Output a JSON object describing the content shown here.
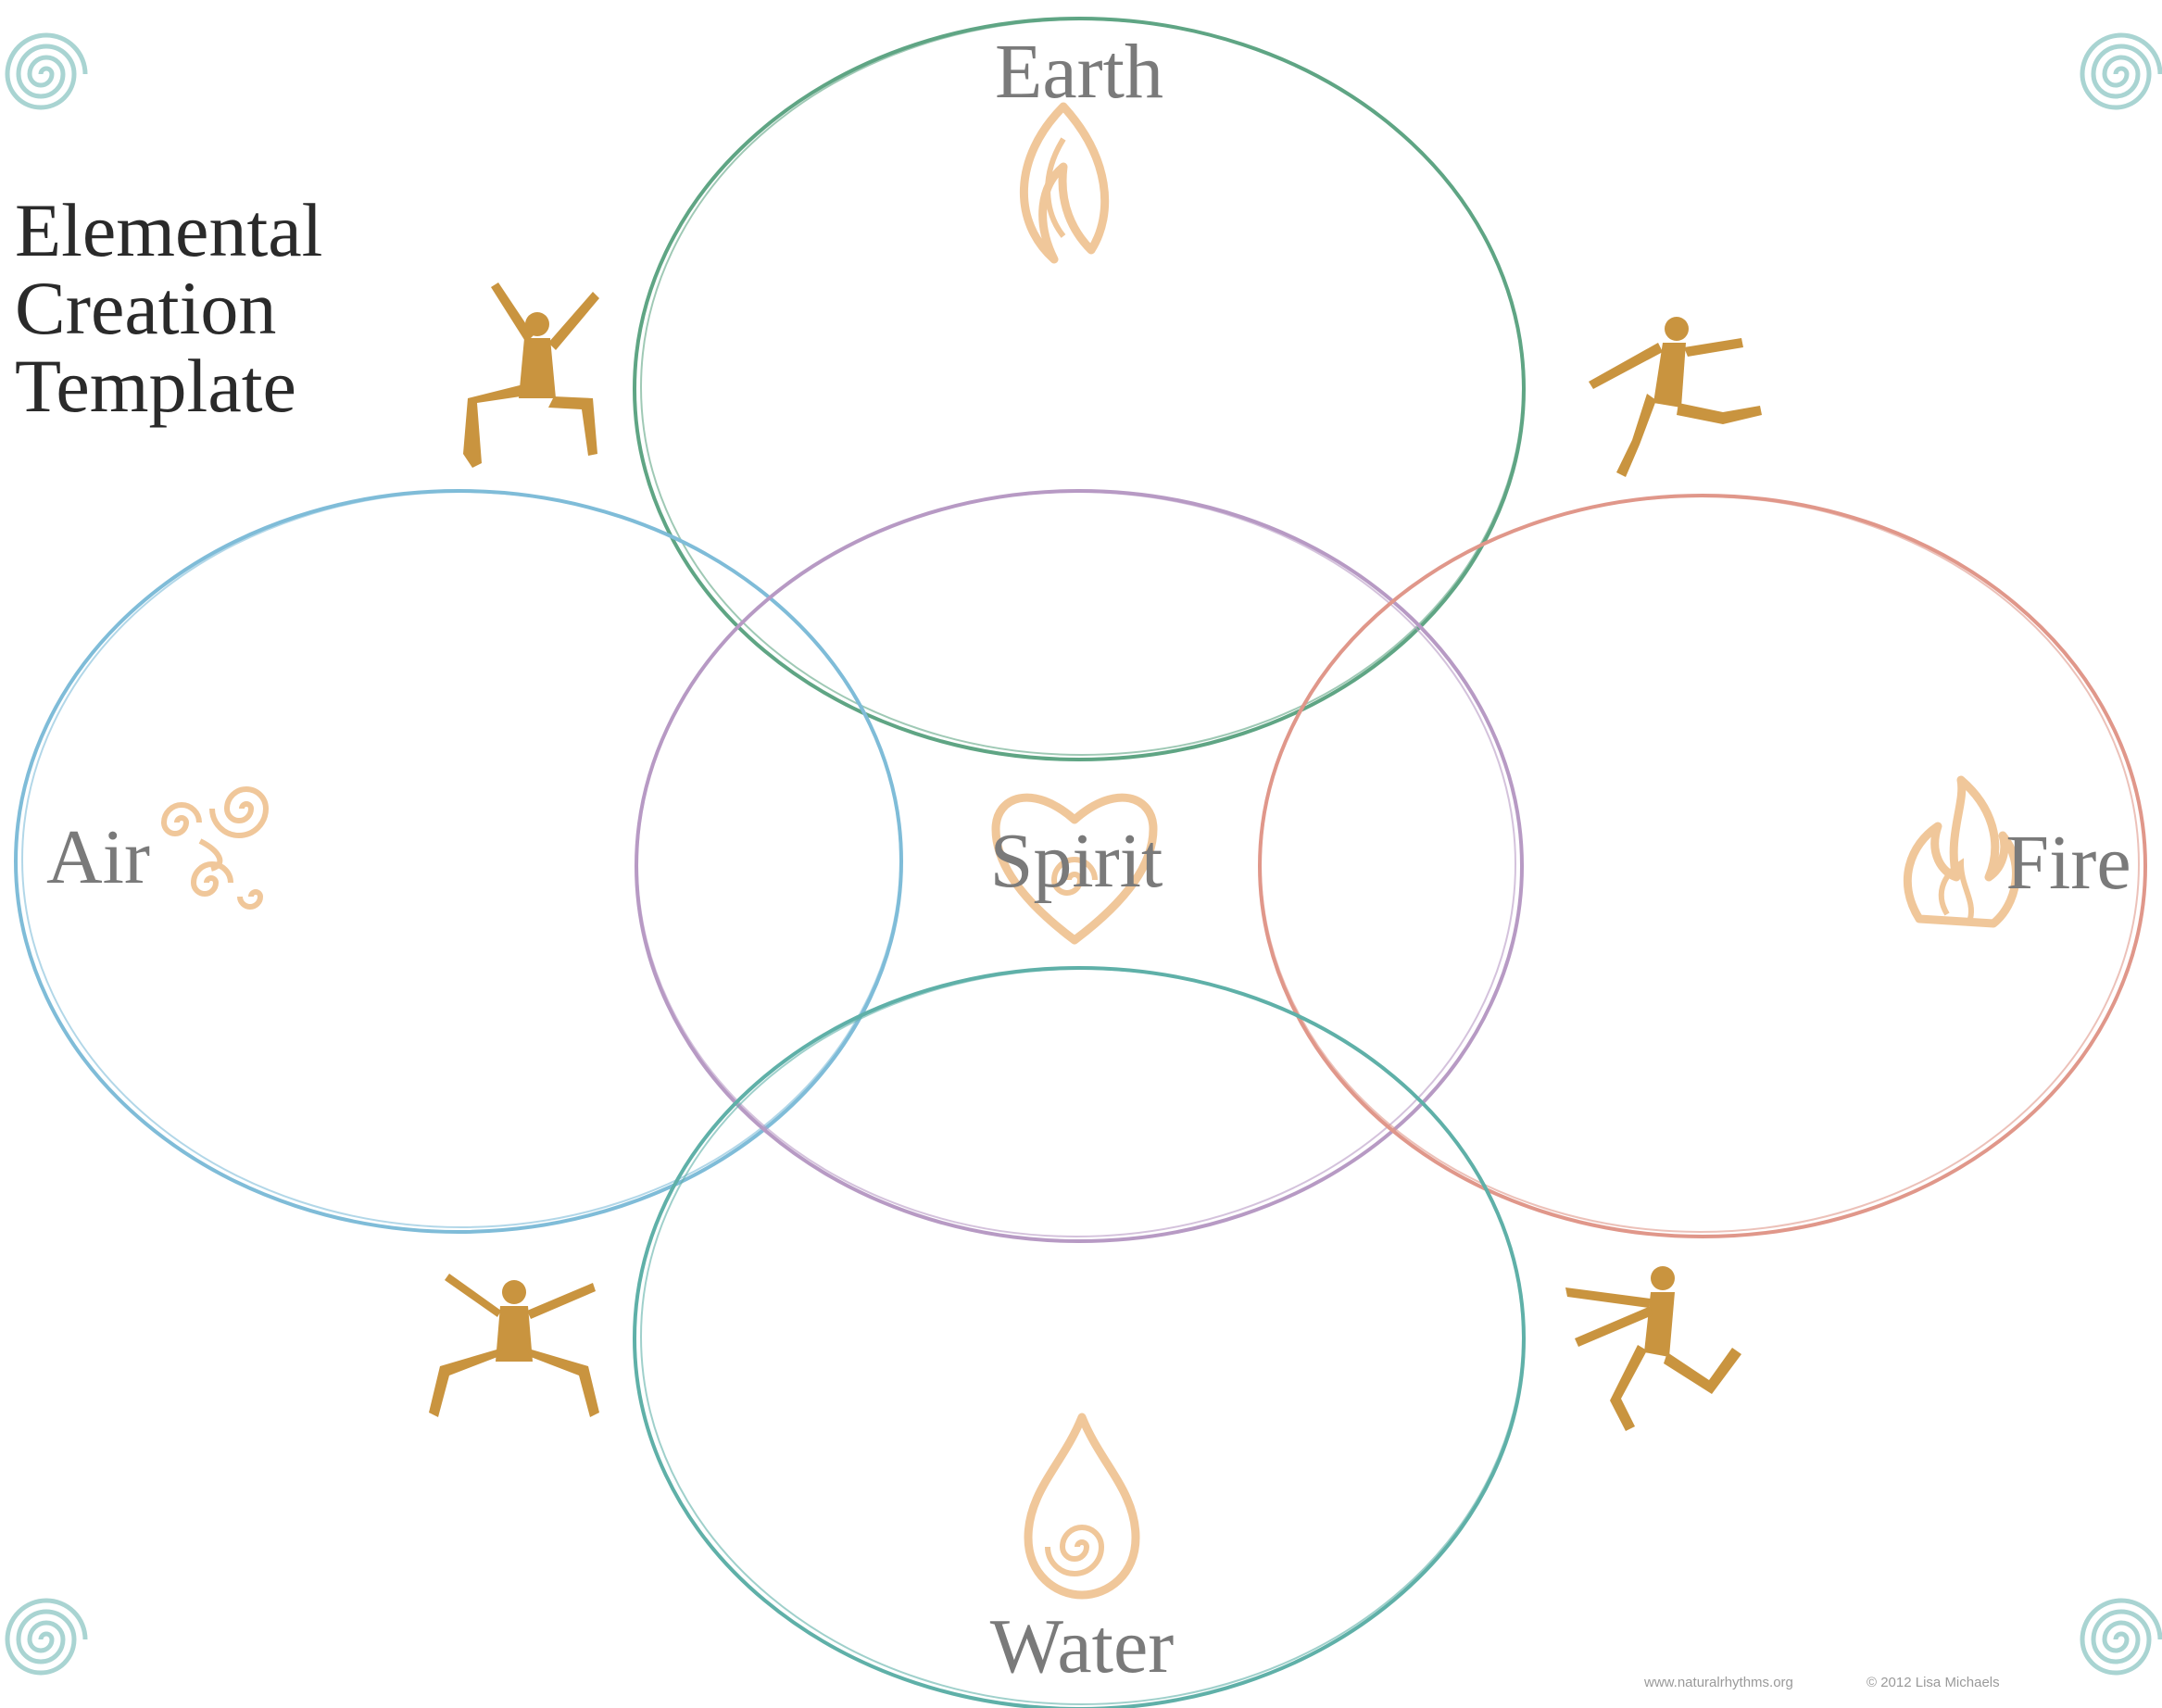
{
  "title": {
    "lines": [
      "Elemental",
      "Creation",
      "Template"
    ]
  },
  "elements": {
    "earth": {
      "label": "Earth",
      "color": "#5fa584",
      "icon": "earth-flame-icon"
    },
    "air": {
      "label": "Air",
      "color": "#7fbcd8",
      "icon": "air-swirl-icon"
    },
    "spirit": {
      "label": "Spirit",
      "color": "#b79ac4",
      "icon": "spirit-heart-icon"
    },
    "fire": {
      "label": "Fire",
      "color": "#e0978a",
      "icon": "fire-flame-icon"
    },
    "water": {
      "label": "Water",
      "color": "#5fb0a8",
      "icon": "water-drop-icon"
    }
  },
  "decorations": {
    "figure_color": "#c9943f",
    "icon_color": "#f0c79a",
    "corner_spiral_color": "#a9d4d2",
    "figures": [
      "dancer-figure-icon",
      "runner-figure-icon",
      "crouching-figure-icon",
      "leaping-figure-icon"
    ],
    "corner_icon": "corner-spiral-icon"
  },
  "footer": {
    "website": "www.naturalrhythms.org",
    "copyright": "© 2012 Lisa Michaels"
  }
}
